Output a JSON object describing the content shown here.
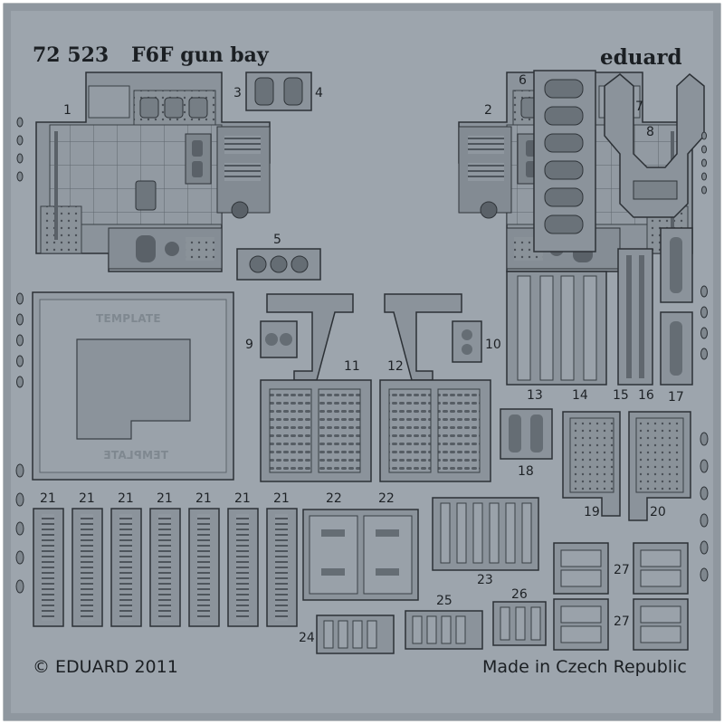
{
  "sheet": {
    "code": "72 523",
    "title": "F6F gun bay",
    "brand": "eduard",
    "copyright": "© EDUARD 2011",
    "origin": "Made in Czech Republic",
    "template_top": "TEMPLATE",
    "template_bottom": "TEMPLATE"
  },
  "part_numbers": {
    "p1": "1",
    "p2": "2",
    "p3": "3",
    "p4": "4",
    "p5": "5",
    "p6": "6",
    "p7": "7",
    "p8": "8",
    "p9": "9",
    "p10": "10",
    "p11": "11",
    "p12": "12",
    "p13": "13",
    "p14": "14",
    "p15": "15",
    "p16": "16",
    "p17": "17",
    "p18": "18",
    "p19": "19",
    "p20": "20",
    "p21": "21",
    "p22": "22",
    "p23": "23",
    "p24": "24",
    "p25": "25",
    "p26": "26",
    "p27": "27"
  },
  "colors": {
    "fret": "#9da5ad",
    "part": "#8b939b",
    "outline": "#2c3136",
    "text": "#1e2226"
  }
}
